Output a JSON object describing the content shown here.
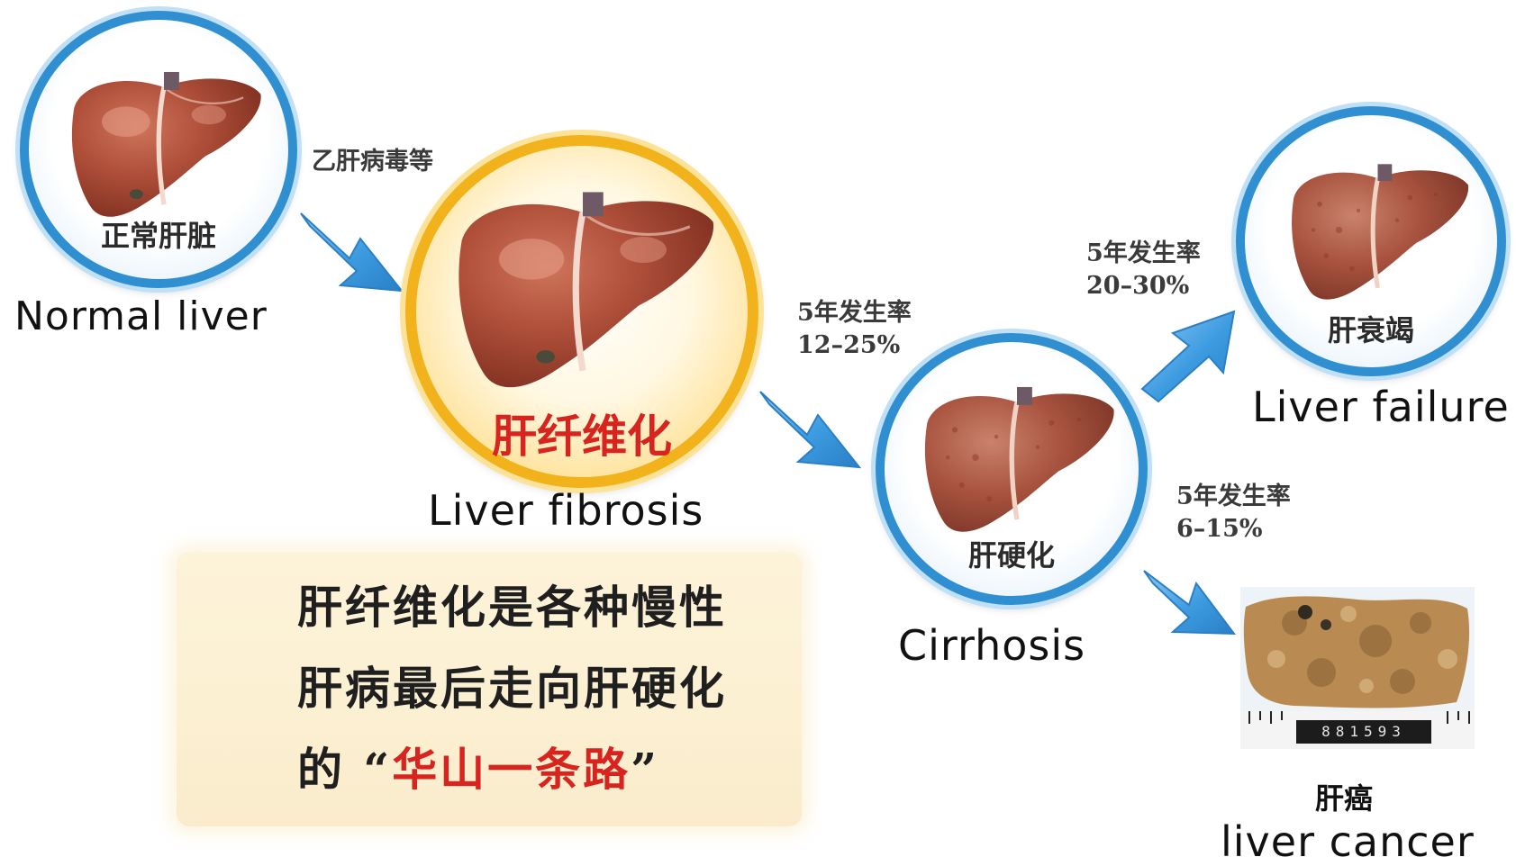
{
  "stages": {
    "normal": {
      "cn": "正常肝脏",
      "en": "Normal liver"
    },
    "fibrosis": {
      "cn": "肝纤维化",
      "en": "Liver fibrosis"
    },
    "cirrhosis": {
      "cn": "肝硬化",
      "en": "Cirrhosis"
    },
    "failure": {
      "cn": "肝衰竭",
      "en": "Liver failure"
    },
    "cancer": {
      "cn": "肝癌",
      "en": "liver cancer"
    }
  },
  "transitions": {
    "to_fibrosis": {
      "label": "乙肝病毒等"
    },
    "to_cirrhosis": {
      "label": "5年发生率",
      "value": "12–25%"
    },
    "to_failure": {
      "label": "5年发生率",
      "value": "20–30%"
    },
    "to_cancer": {
      "label": "5年发生率",
      "value": "6–15%"
    }
  },
  "callout": {
    "line1": "肝纤维化是各种慢性",
    "line2": "肝病最后走向肝硬化",
    "line3_prefix": "的",
    "line3_open_quote": "“",
    "line3_highlight": "华山一条路",
    "line3_close_quote": "”"
  },
  "ruler": {
    "label": "881593"
  },
  "colors": {
    "ring_blue": "#2f8fd0",
    "ring_gold": "#f2b21c",
    "arrow_blue": "#3d9be0",
    "liver_red": "#a8452f",
    "highlight_red": "#d8241f"
  }
}
